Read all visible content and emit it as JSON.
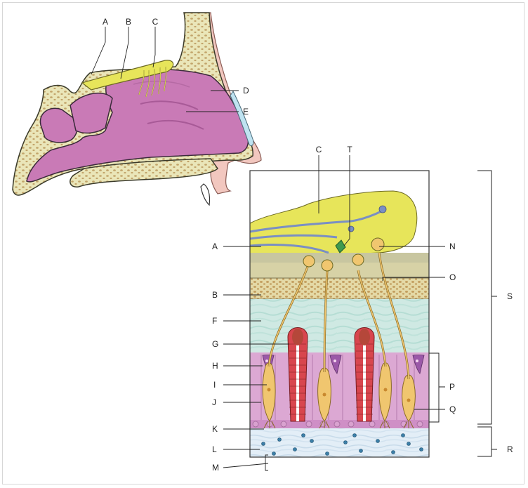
{
  "diagram": {
    "labels": {
      "A": "A",
      "B": "B",
      "C": "C",
      "D": "D",
      "E": "E",
      "F": "F",
      "G": "G",
      "H": "H",
      "I": "I",
      "J": "J",
      "K": "K",
      "L": "L",
      "M": "M",
      "N": "N",
      "O": "O",
      "P": "P",
      "Q": "Q",
      "R": "R",
      "S": "S",
      "T": "T"
    },
    "colors": {
      "bulb": "#e7e55a",
      "bone": "#eae6b9",
      "bone_outline": "#3a3a2a",
      "nasal_cavity": "#c97ab6",
      "mucosa": "#e4a9cf",
      "mucus_layer": "#cfe9e3",
      "epithelium": "#dca8d3",
      "neuron": "#f0c66f",
      "axon": "#7a8fc4",
      "gland": "#d8464e",
      "lamina_propria": "#dde9f4",
      "skin": "#f2c7bf"
    }
  }
}
